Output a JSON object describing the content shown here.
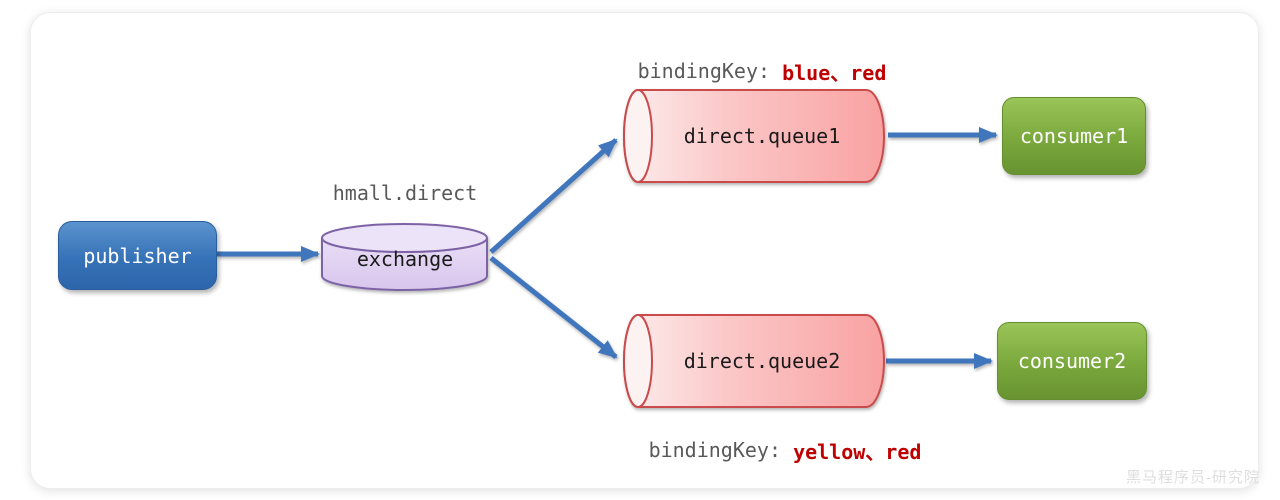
{
  "nodes": {
    "publisher": {
      "label": "publisher"
    },
    "exchange": {
      "label": "exchange",
      "caption": "hmall.direct"
    },
    "queue1": {
      "label": "direct.queue1"
    },
    "queue2": {
      "label": "direct.queue2"
    },
    "consumer1": {
      "label": "consumer1"
    },
    "consumer2": {
      "label": "consumer2"
    }
  },
  "annotations": {
    "binding1": {
      "prefix": "bindingKey: ",
      "keys": "blue、red"
    },
    "binding2": {
      "prefix": "bindingKey: ",
      "keys": "yellow、red"
    }
  },
  "watermark": "黑马程序员-研究院",
  "colors": {
    "arrow_blue": "#4176bc",
    "publisher_fill": "#3672b7",
    "consumer_fill": "#7aa83c",
    "queue_fill": "#f9a6a6",
    "queue_border": "#c94b4b",
    "exchange_fill": "#dfd2f0",
    "exchange_border": "#7d63a6",
    "binding_key_red": "#bf0000",
    "caption_gray": "#595959"
  }
}
